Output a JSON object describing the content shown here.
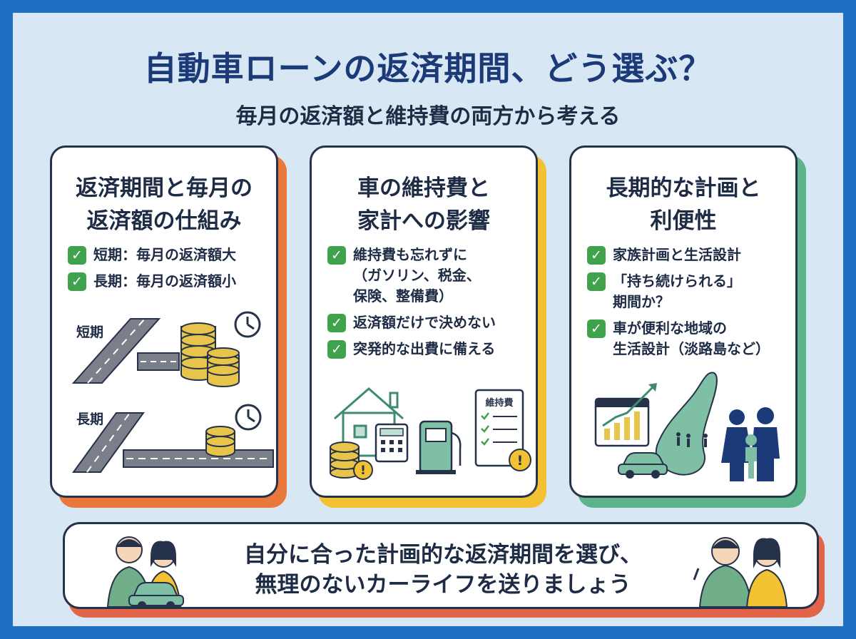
{
  "title": "自動車ローンの返済期間、どう選ぶ？",
  "subtitle": "毎月の返済額と維持費の両方から考える",
  "colors": {
    "background": "#1f6fc4",
    "panel": "#d7e8f4",
    "card1_accent": "#e8783c",
    "card2_accent": "#f2c233",
    "card3_accent": "#5db48a",
    "banner_accent": "#e2644a",
    "check": "#3fa34d"
  },
  "cards": [
    {
      "title_line1": "返済期間と毎月の",
      "title_line2": "返済額の仕組み",
      "items": [
        "短期：毎月の返済額大",
        "長期：毎月の返済額小"
      ],
      "illustration": {
        "label_short": "短期",
        "label_long": "長期",
        "icons": [
          "road-icon",
          "coins-icon",
          "clock-icon"
        ]
      }
    },
    {
      "title_line1": "車の維持費と",
      "title_line2": "家計への影響",
      "items": [
        "維持費も忘れずに\n（ガソリン、税金、\n保険、整備費）",
        "返済額だけで決めない",
        "突発的な出費に備える"
      ],
      "illustration": {
        "doc_label": "維持費",
        "icons": [
          "house-icon",
          "calculator-icon",
          "coins-icon",
          "fuel-pump-icon",
          "checklist-icon",
          "warning-icon"
        ]
      }
    },
    {
      "title_line1": "長期的な計画と",
      "title_line2": "利便性",
      "items": [
        "家族計画と生活設計",
        "「持ち続けられる」\n期間か？",
        "車が便利な地域の\n生活設計（淡路島など）"
      ],
      "illustration": {
        "icons": [
          "calendar-chart-icon",
          "island-map-icon",
          "car-icon",
          "family-icon"
        ]
      }
    }
  ],
  "banner": {
    "line1": "自分に合った計画的な返済期間を選び、",
    "line2": "無理のないカーライフを送りましょう"
  }
}
